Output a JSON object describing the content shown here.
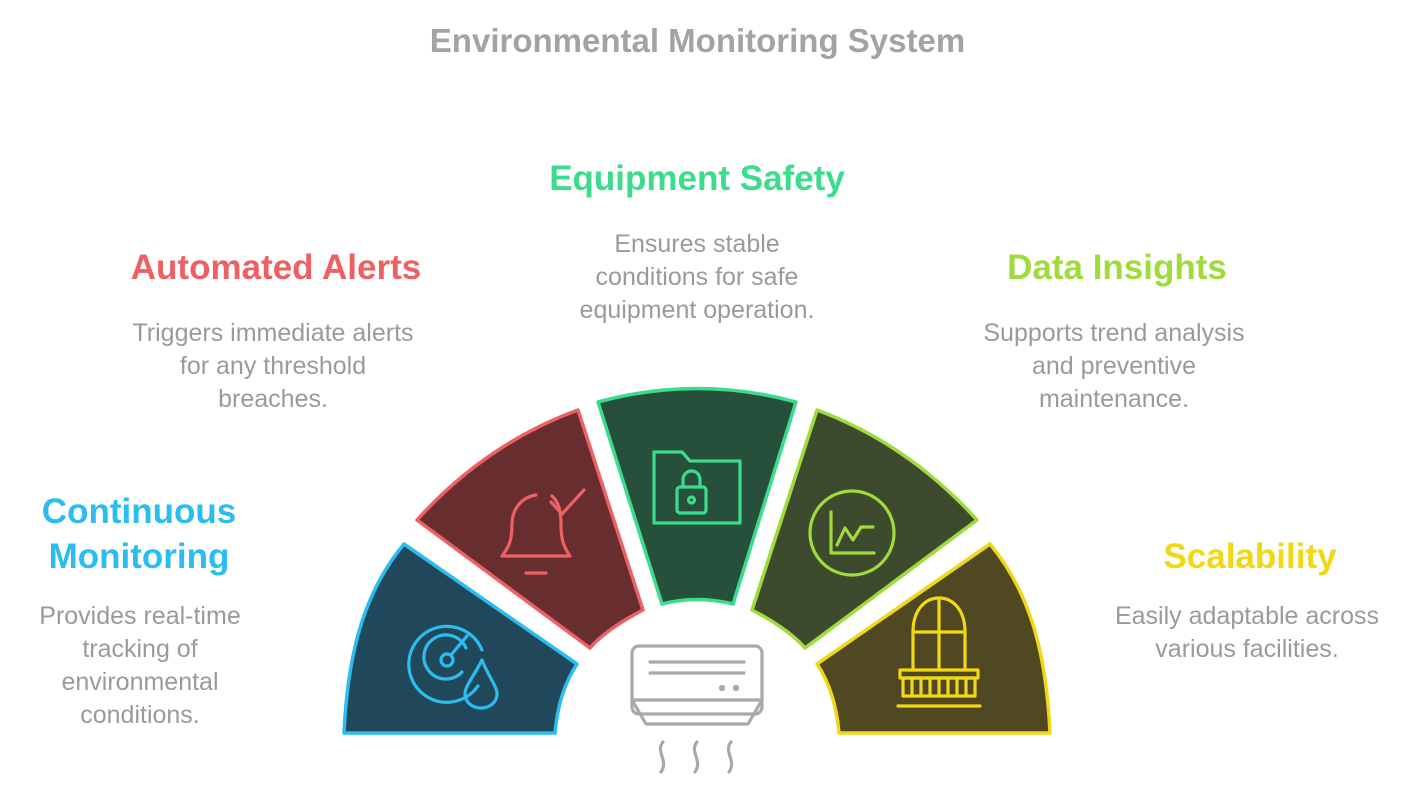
{
  "title": "Environmental Monitoring System",
  "segments": [
    {
      "title": "Continuous Monitoring",
      "description": "Provides real-time tracking of environmental conditions.",
      "icon": "gauge-droplet-icon",
      "color": "#29bdf0",
      "fill": "#21475a"
    },
    {
      "title": "Automated Alerts",
      "description": "Triggers immediate alerts for any threshold breaches.",
      "icon": "bell-check-icon",
      "color": "#ed6164",
      "fill": "#682d2e"
    },
    {
      "title": "Equipment Safety",
      "description": "Ensures stable conditions for safe equipment operation.",
      "icon": "locked-folder-icon",
      "color": "#3bdc8c",
      "fill": "#264f3c"
    },
    {
      "title": "Data Insights",
      "description": "Supports trend analysis and preventive maintenance.",
      "icon": "line-chart-circle-icon",
      "color": "#9fdb3a",
      "fill": "#3e4a2e"
    },
    {
      "title": "Scalability",
      "description": "Easily adaptable across various facilities.",
      "icon": "building-window-icon",
      "color": "#f0d817",
      "fill": "#504822"
    }
  ],
  "center_icon": "air-conditioner-icon"
}
